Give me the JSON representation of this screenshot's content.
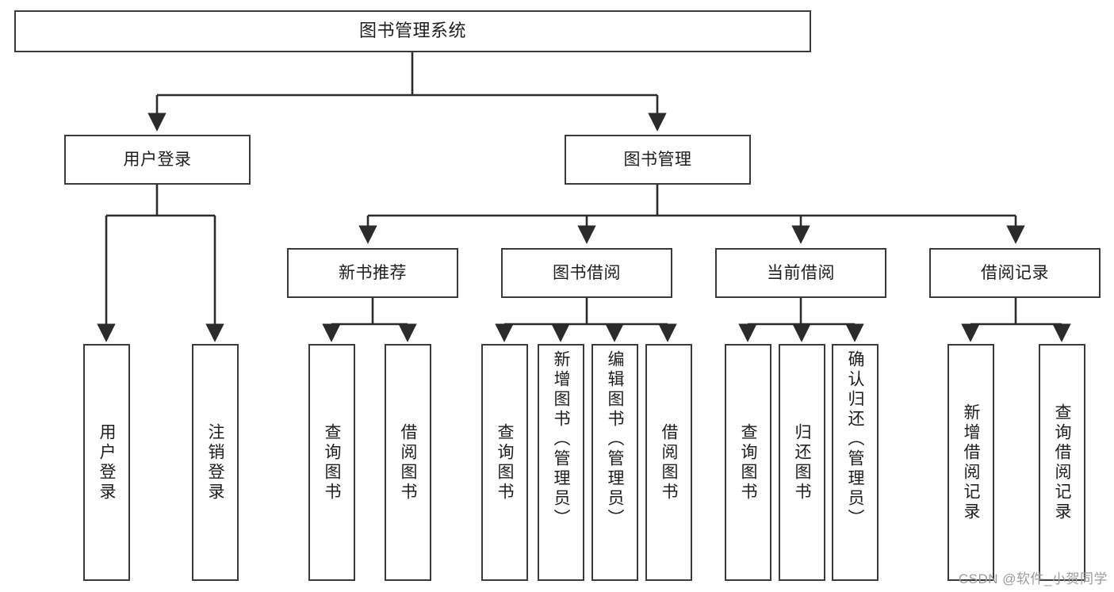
{
  "diagram": {
    "title": "图书管理系统",
    "type": "tree-hierarchy-diagram",
    "watermark": "CSDN @软件_小贺同学",
    "colors": {
      "background": "#ffffff",
      "box_border": "#3a3a3a",
      "connector": "#2b2b2b",
      "text": "#1d1d1d",
      "watermark": "#9b9b9b"
    },
    "levels": {
      "root": "图书管理系统",
      "level2": [
        "用户登录",
        "图书管理"
      ],
      "level3": [
        "新书推荐",
        "图书借阅",
        "当前借阅",
        "借阅记录"
      ]
    },
    "nodes": {
      "root": {
        "label": "图书管理系统"
      },
      "user_login": {
        "label": "用户登录"
      },
      "book_manage": {
        "label": "图书管理"
      },
      "new_book_rec": {
        "label": "新书推荐"
      },
      "book_borrow": {
        "label": "图书借阅"
      },
      "current_borrow": {
        "label": "当前借阅"
      },
      "borrow_record": {
        "label": "借阅记录"
      },
      "leaf_user_login": {
        "label": "用户登录"
      },
      "leaf_logout": {
        "label": "注销登录"
      },
      "leaf_query_book_1": {
        "label": "查询图书"
      },
      "leaf_borrow_book_1": {
        "label": "借阅图书"
      },
      "leaf_query_book_2": {
        "label": "查询图书"
      },
      "leaf_add_book": {
        "label": "新增图书（管理员）"
      },
      "leaf_edit_book": {
        "label": "编辑图书（管理员）"
      },
      "leaf_borrow_book_2": {
        "label": "借阅图书"
      },
      "leaf_query_book_3": {
        "label": "查询图书"
      },
      "leaf_return_book": {
        "label": "归还图书"
      },
      "leaf_confirm_return": {
        "label": "确认归还（管理员）"
      },
      "leaf_add_record": {
        "label": "新增借阅记录"
      },
      "leaf_query_record": {
        "label": "查询借阅记录"
      }
    }
  }
}
